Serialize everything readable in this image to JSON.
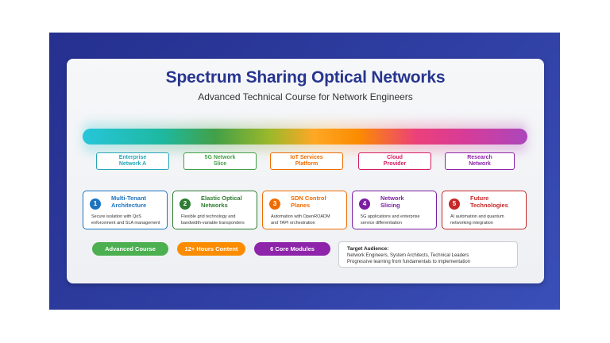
{
  "title": "Spectrum Sharing Optical Networks",
  "subtitle": "Advanced Technical Course for Network Engineers",
  "networks": [
    {
      "line1": "Enterprise",
      "line2": "Network A",
      "color": "#26a6b8"
    },
    {
      "line1": "5G Network",
      "line2": "Slice",
      "color": "#43a047"
    },
    {
      "line1": "IoT Services",
      "line2": "Platform",
      "color": "#ef6c00"
    },
    {
      "line1": "Cloud",
      "line2": "Provider",
      "color": "#d81b60"
    },
    {
      "line1": "Research",
      "line2": "Network",
      "color": "#8e24aa"
    }
  ],
  "modules": [
    {
      "num": "1",
      "title1": "Multi-Tenant",
      "title2": "Architecture",
      "desc1": "Secure isolation with QoS",
      "desc2": "enforcement and SLA management",
      "color": "#1e73be"
    },
    {
      "num": "2",
      "title1": "Elastic Optical",
      "title2": "Networks",
      "desc1": "Flexible grid technology and",
      "desc2": "bandwidth-variable transponders",
      "color": "#2e7d32"
    },
    {
      "num": "3",
      "title1": "SDN Control",
      "title2": "Planes",
      "desc1": "Automation with OpenROADM",
      "desc2": "and TAPI orchestration",
      "color": "#ef6c00"
    },
    {
      "num": "4",
      "title1": "Network",
      "title2": "Slicing",
      "desc1": "5G applications and enterprise",
      "desc2": "service differentiation",
      "color": "#7b1fa2"
    },
    {
      "num": "5",
      "title1": "Future",
      "title2": "Technologies",
      "desc1": "AI automation and quantum",
      "desc2": "networking integration",
      "color": "#c62828"
    }
  ],
  "pills": [
    {
      "label": "Advanced Course",
      "color": "#4caf50"
    },
    {
      "label": "12+ Hours Content",
      "color": "#fb8c00"
    },
    {
      "label": "6 Core Modules",
      "color": "#8e24aa"
    }
  ],
  "audience": {
    "heading": "Target Audience:",
    "line1": "Network Engineers, System Architects, Technical Leaders",
    "line2": "Progressive learning from fundamentals to implementation"
  }
}
